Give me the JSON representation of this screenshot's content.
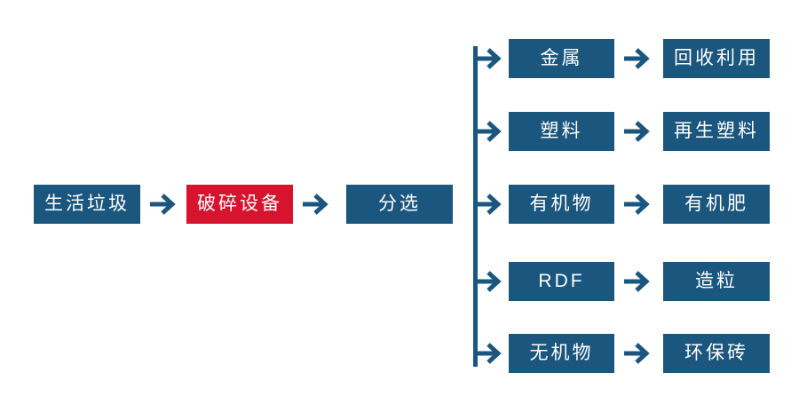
{
  "flow": {
    "source": "生活垃圾",
    "crusher": "破碎设备",
    "sorter": "分选",
    "branches": [
      {
        "material": "金属",
        "result": "回收利用"
      },
      {
        "material": "塑料",
        "result": "再生塑料"
      },
      {
        "material": "有机物",
        "result": "有机肥"
      },
      {
        "material": "RDF",
        "result": "造粒"
      },
      {
        "material": "无机物",
        "result": "环保砖"
      }
    ]
  },
  "colors": {
    "node_blue": "#1a567e",
    "node_red": "#d7142e",
    "text": "#ffffff",
    "background": "#ffffff"
  }
}
